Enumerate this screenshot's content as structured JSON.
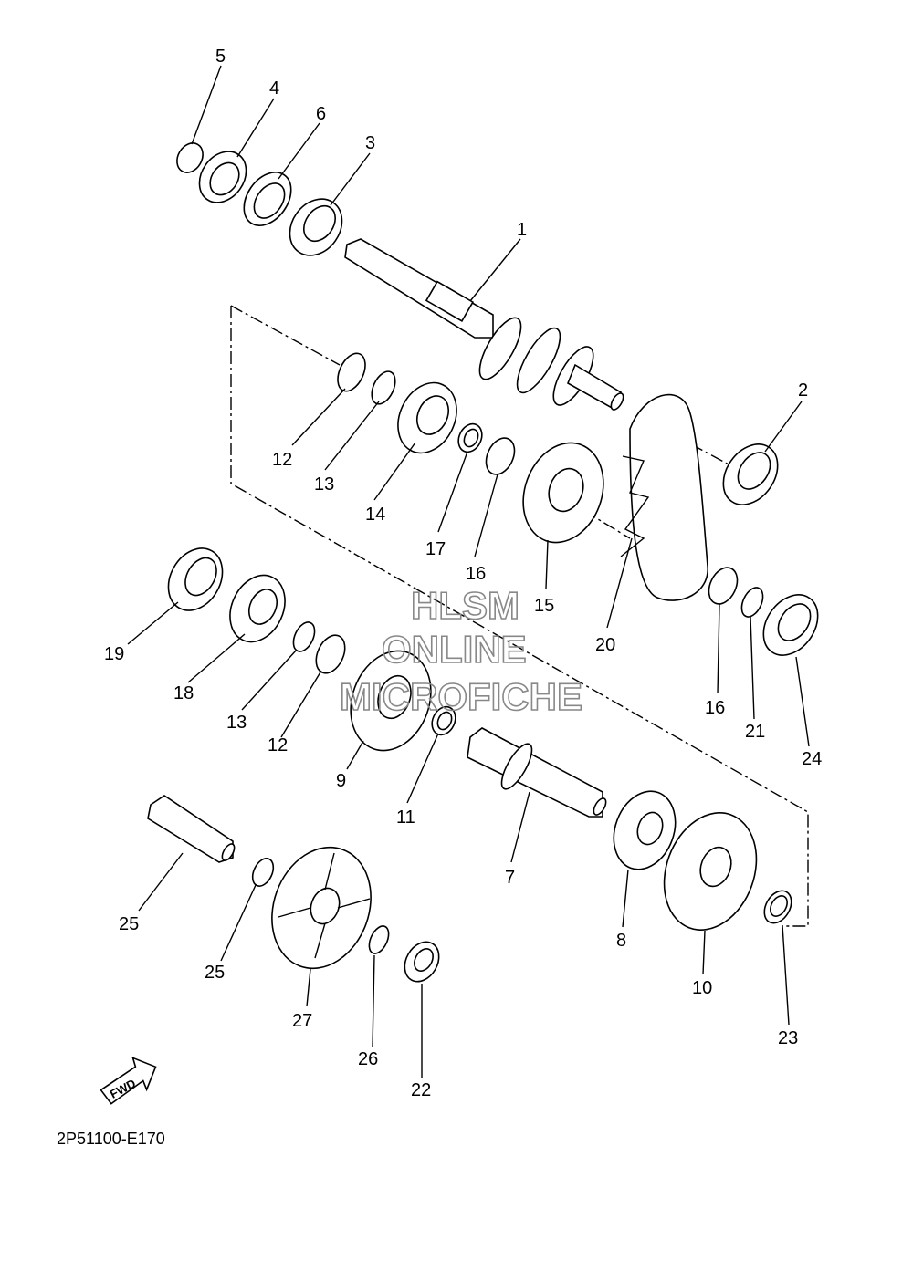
{
  "diagram": {
    "callouts": [
      {
        "id": "c1",
        "text": "1"
      },
      {
        "id": "c2",
        "text": "2"
      },
      {
        "id": "c3",
        "text": "3"
      },
      {
        "id": "c4",
        "text": "4"
      },
      {
        "id": "c5",
        "text": "5"
      },
      {
        "id": "c6",
        "text": "6"
      },
      {
        "id": "c7",
        "text": "7"
      },
      {
        "id": "c8",
        "text": "8"
      },
      {
        "id": "c9",
        "text": "9"
      },
      {
        "id": "c10",
        "text": "10"
      },
      {
        "id": "c11",
        "text": "11"
      },
      {
        "id": "c12a",
        "text": "12"
      },
      {
        "id": "c12b",
        "text": "12"
      },
      {
        "id": "c13a",
        "text": "13"
      },
      {
        "id": "c13b",
        "text": "13"
      },
      {
        "id": "c14",
        "text": "14"
      },
      {
        "id": "c15",
        "text": "15"
      },
      {
        "id": "c16a",
        "text": "16"
      },
      {
        "id": "c16b",
        "text": "16"
      },
      {
        "id": "c17",
        "text": "17"
      },
      {
        "id": "c18",
        "text": "18"
      },
      {
        "id": "c19",
        "text": "19"
      },
      {
        "id": "c20",
        "text": "20"
      },
      {
        "id": "c21",
        "text": "21"
      },
      {
        "id": "c22",
        "text": "22"
      },
      {
        "id": "c23",
        "text": "23"
      },
      {
        "id": "c24",
        "text": "24"
      },
      {
        "id": "c25a",
        "text": "25"
      },
      {
        "id": "c25b",
        "text": "25"
      },
      {
        "id": "c26",
        "text": "26"
      },
      {
        "id": "c27",
        "text": "27"
      }
    ],
    "diagram_code": "2P51100-E170",
    "fwd_label": "FWD",
    "watermark": {
      "line1": "HLSM",
      "line2": "ONLINE",
      "line3": "MICROFICHE"
    }
  }
}
